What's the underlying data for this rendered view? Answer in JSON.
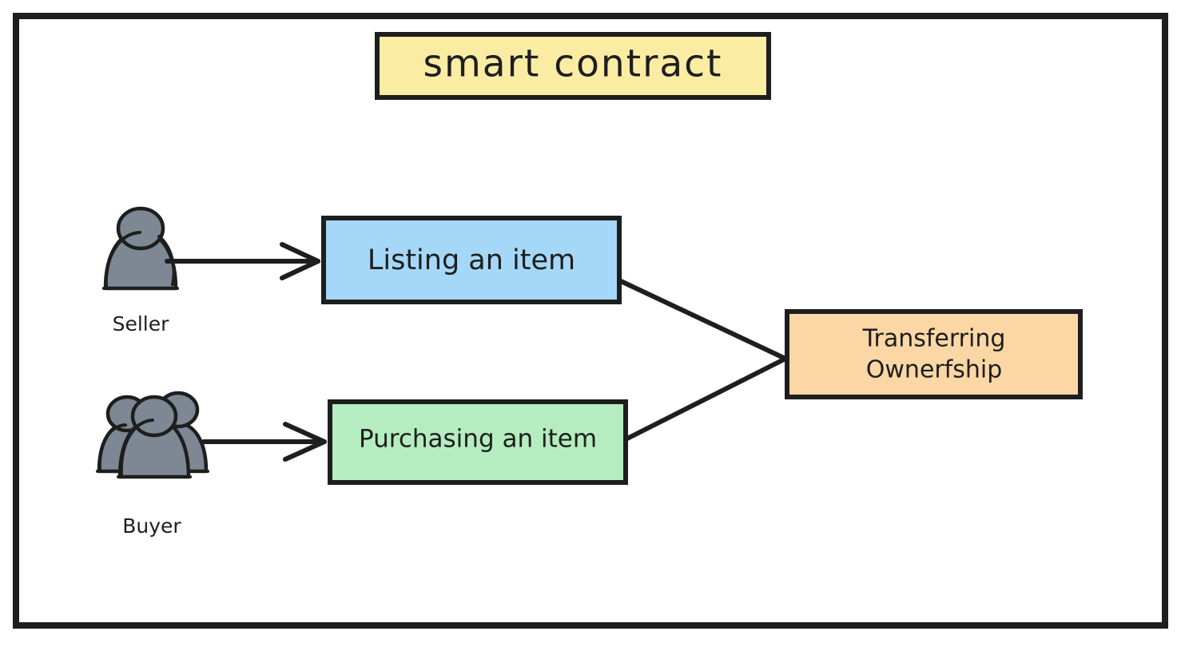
{
  "diagram": {
    "title_box": {
      "label": "smart contract",
      "fill": "#fbeca4",
      "stroke": "#1e1e1e"
    },
    "frame": {
      "stroke": "#1e1e1e"
    },
    "actors": [
      {
        "id": "seller",
        "label": "Seller",
        "icon": "single-person-icon",
        "color": "#7d8894"
      },
      {
        "id": "buyer",
        "label": "Buyer",
        "icon": "group-of-people-icon",
        "color": "#7d8894"
      }
    ],
    "nodes": [
      {
        "id": "listing",
        "label": "Listing an item",
        "fill": "#a5d8f8",
        "stroke": "#1e1e1e"
      },
      {
        "id": "purchasing",
        "label": "Purchasing an item",
        "fill": "#b5edc0",
        "stroke": "#1e1e1e"
      },
      {
        "id": "transferring",
        "label_line1": "Transferring",
        "label_line2": "Ownerfship",
        "fill": "#fbd7a5",
        "stroke": "#1e1e1e"
      }
    ],
    "connectors": [
      {
        "id": "seller-to-listing",
        "from": "seller",
        "to": "listing",
        "arrowhead": "open-v"
      },
      {
        "id": "buyer-to-purchasing",
        "from": "buyer",
        "to": "purchasing",
        "arrowhead": "open-v"
      },
      {
        "id": "listing-to-transferring",
        "from": "listing",
        "to": "transferring",
        "arrowhead": "none"
      },
      {
        "id": "purchasing-to-transferring",
        "from": "purchasing",
        "to": "transferring",
        "arrowhead": "none"
      }
    ]
  }
}
